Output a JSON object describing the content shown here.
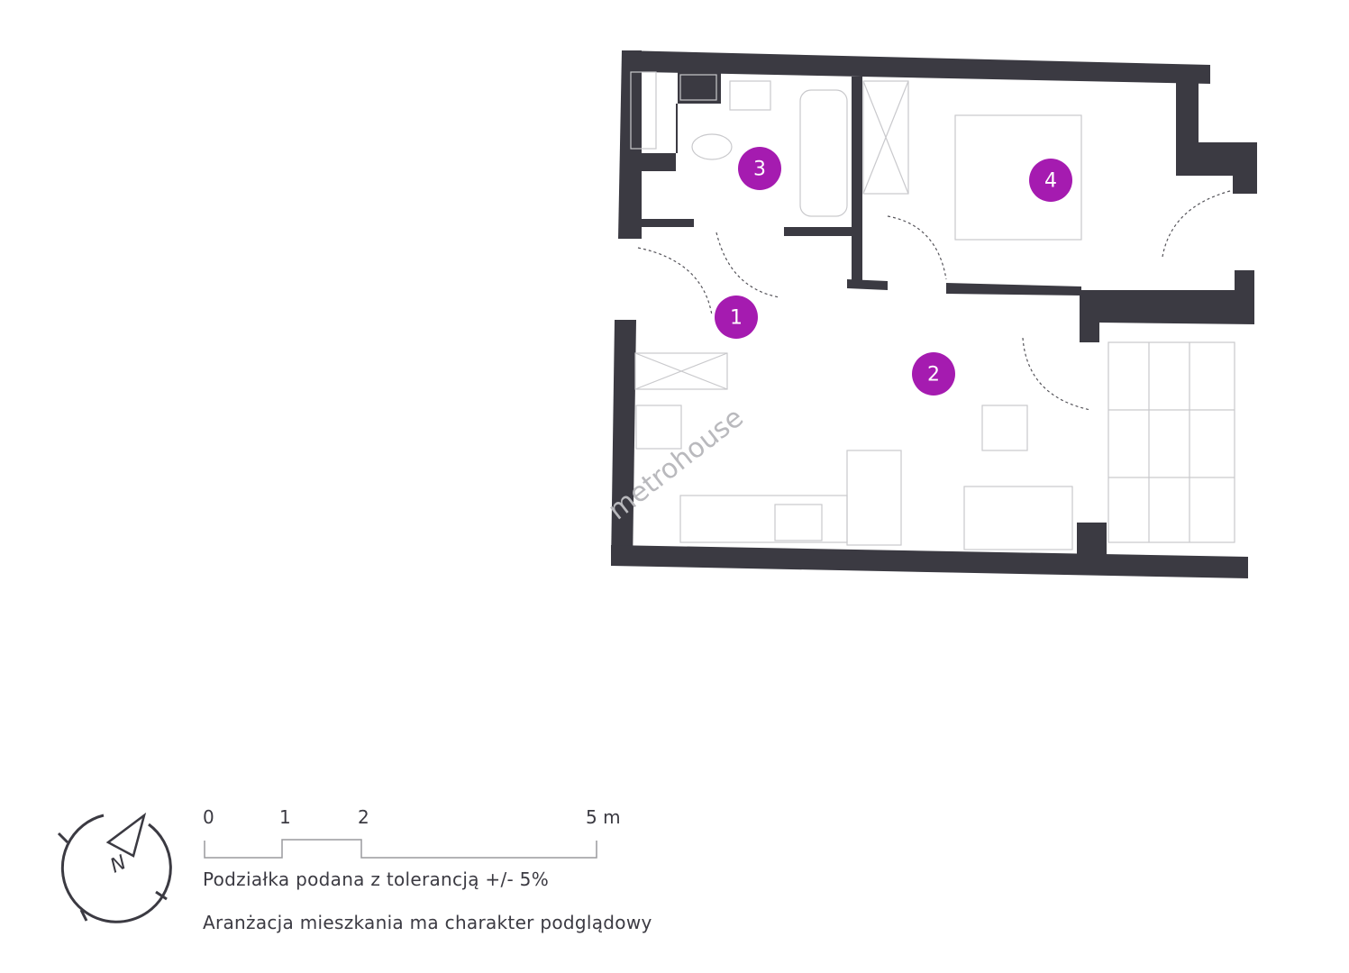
{
  "plan": {
    "rooms": [
      {
        "number": "1"
      },
      {
        "number": "2"
      },
      {
        "number": "3"
      },
      {
        "number": "4"
      }
    ],
    "watermark": "metrohouse",
    "colors": {
      "wall": "#3b3a42",
      "marker": "#a51bb0"
    }
  },
  "compass": {
    "north_label": "N"
  },
  "scale": {
    "labels": [
      "0",
      "1",
      "2",
      "5 m"
    ]
  },
  "notes": {
    "tolerance": "Podziałka podana z tolerancją +/- 5%",
    "arrangement": "Aranżacja mieszkania ma charakter podglądowy"
  }
}
